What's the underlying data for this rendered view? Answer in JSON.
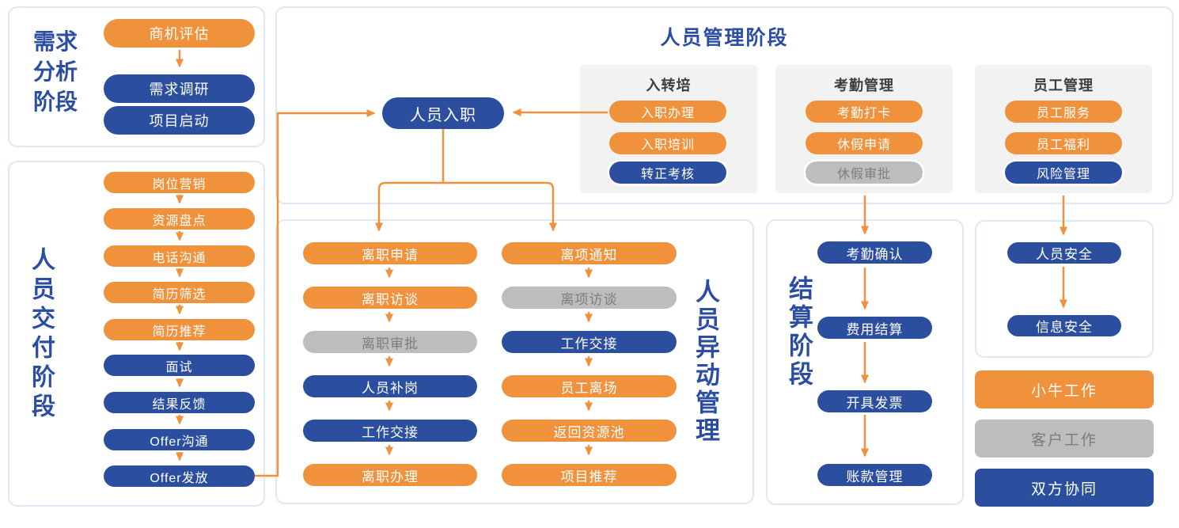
{
  "colors": {
    "orange": "#F0913C",
    "blue": "#2B4F9E",
    "pill-gray": "#BDBDBD",
    "panel-gray": "#F2F2F2",
    "border": "#DEE7F5",
    "title-text": "#2B4EA2",
    "header-text": "#3D3D3D",
    "gray-text": "#7D7D7D",
    "arrow": "#F0913C"
  },
  "requirement": {
    "title": "需求分析阶段",
    "title_lines": [
      "需求",
      "分析",
      "阶段"
    ],
    "items": [
      {
        "label": "商机评估",
        "type": "vendor"
      },
      {
        "label": "需求调研",
        "type": "joint"
      },
      {
        "label": "项目启动",
        "type": "joint"
      }
    ]
  },
  "delivery": {
    "title": "人员交付阶段",
    "items": [
      {
        "label": "岗位营销",
        "type": "vendor"
      },
      {
        "label": "资源盘点",
        "type": "vendor"
      },
      {
        "label": "电话沟通",
        "type": "vendor"
      },
      {
        "label": "简历筛选",
        "type": "vendor"
      },
      {
        "label": "简历推荐",
        "type": "vendor"
      },
      {
        "label": "面试",
        "type": "joint"
      },
      {
        "label": "结果反馈",
        "type": "joint"
      },
      {
        "label": "Offer沟通",
        "type": "joint"
      },
      {
        "label": "Offer发放",
        "type": "joint"
      }
    ]
  },
  "management": {
    "title": "人员管理阶段",
    "entry": {
      "label": "人员入职",
      "type": "joint"
    },
    "groups": [
      {
        "title": "入转培",
        "items": [
          {
            "label": "入职办理",
            "type": "vendor"
          },
          {
            "label": "入职培训",
            "type": "vendor"
          },
          {
            "label": "转正考核",
            "type": "joint"
          }
        ]
      },
      {
        "title": "考勤管理",
        "items": [
          {
            "label": "考勤打卡",
            "type": "vendor"
          },
          {
            "label": "休假申请",
            "type": "vendor"
          },
          {
            "label": "休假审批",
            "type": "client"
          }
        ]
      },
      {
        "title": "员工管理",
        "items": [
          {
            "label": "员工服务",
            "type": "vendor"
          },
          {
            "label": "员工福利",
            "type": "vendor"
          },
          {
            "label": "风险管理",
            "type": "joint"
          }
        ]
      }
    ]
  },
  "transfer": {
    "title": "人员异动管理",
    "left_flow": [
      {
        "label": "离职申请",
        "type": "vendor"
      },
      {
        "label": "离职访谈",
        "type": "vendor"
      },
      {
        "label": "离职审批",
        "type": "client"
      },
      {
        "label": "人员补岗",
        "type": "joint"
      },
      {
        "label": "工作交接",
        "type": "joint"
      },
      {
        "label": "离职办理",
        "type": "vendor"
      }
    ],
    "right_flow": [
      {
        "label": "离项通知",
        "type": "vendor"
      },
      {
        "label": "离项访谈",
        "type": "client"
      },
      {
        "label": "工作交接",
        "type": "joint"
      },
      {
        "label": "员工离场",
        "type": "vendor"
      },
      {
        "label": "返回资源池",
        "type": "vendor"
      },
      {
        "label": "项目推荐",
        "type": "vendor"
      }
    ]
  },
  "settlement": {
    "title": "结算阶段",
    "items": [
      {
        "label": "考勤确认",
        "type": "joint"
      },
      {
        "label": "费用结算",
        "type": "joint"
      },
      {
        "label": "开具发票",
        "type": "joint"
      },
      {
        "label": "账款管理",
        "type": "joint"
      }
    ]
  },
  "security": {
    "items": [
      {
        "label": "人员安全",
        "type": "joint"
      },
      {
        "label": "信息安全",
        "type": "joint"
      }
    ]
  },
  "legend": {
    "items": [
      {
        "label": "小牛工作",
        "type": "vendor"
      },
      {
        "label": "客户工作",
        "type": "client"
      },
      {
        "label": "双方协同",
        "type": "joint"
      }
    ]
  }
}
